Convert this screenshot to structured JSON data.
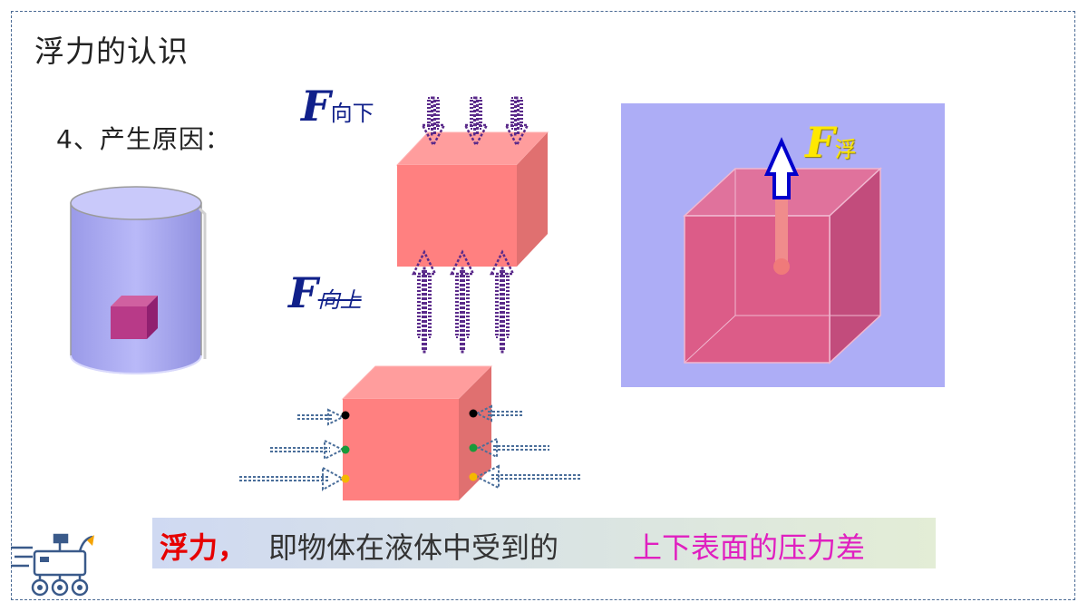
{
  "slide": {
    "title": "浮力的认识",
    "cause_label": "4、产生原因：",
    "force_down": {
      "symbol": "F",
      "subscript": "向下"
    },
    "force_up": {
      "symbol": "F",
      "subscript": "向上"
    },
    "force_buoyant": {
      "symbol": "F",
      "subscript": "浮"
    },
    "conclusion": {
      "part_a": "浮力，",
      "part_b": "即物体在液体中受到的",
      "part_c": "上下表面的压力差"
    }
  },
  "colors": {
    "frame_border": "#4a6a94",
    "cube_fill": "#ff8080",
    "liquid": "#adadf6",
    "arrow_purple": "#5a2a8a",
    "arrow_blue": "#4a6e9a",
    "buoy_label": "#ffe800",
    "highlight_red": "#e60000",
    "highlight_magenta": "#e020c0"
  },
  "icons": [
    "rover-robot-icon"
  ]
}
